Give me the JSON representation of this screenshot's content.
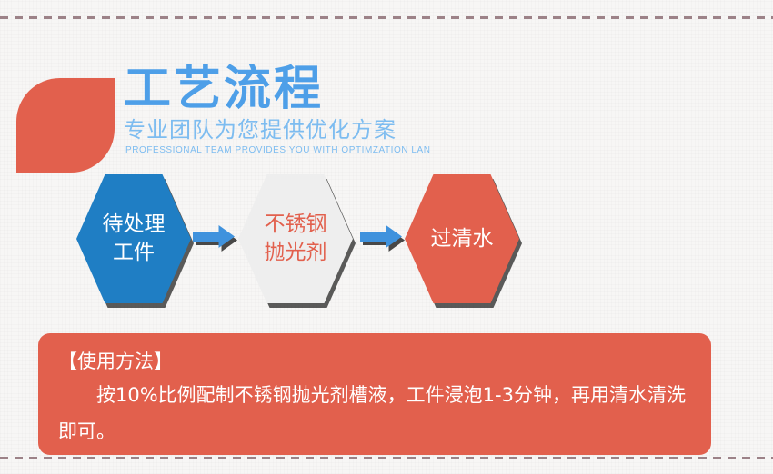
{
  "header": {
    "title": "工艺流程",
    "subtitle": "专业团队为您提供优化方案",
    "subtitle_en": "PROFESSIONAL TEAM PROVIDES YOU WITH OPTIMZATION LAN",
    "brand_shape_color": "#e2604d",
    "title_color": "#4e9fe8",
    "subtitle_color": "#7dbcf0"
  },
  "flow": {
    "steps": [
      {
        "id": "step-1",
        "lines": [
          "待处理",
          "工件"
        ],
        "fill_color": "#1f7ec4",
        "text_color": "#ffffff"
      },
      {
        "id": "step-2",
        "lines": [
          "不锈钢",
          "抛光剂"
        ],
        "fill_color": "#eeeeee",
        "text_color": "#e2604d"
      },
      {
        "id": "step-3",
        "lines": [
          "过清水"
        ],
        "fill_color": "#e2604d",
        "text_color": "#ffffff"
      }
    ],
    "arrow_color": "#3f92dd",
    "arrow_count": 2
  },
  "usage": {
    "heading": "【使用方法】",
    "body": "按10%比例配制不锈钢抛光剂槽液，工件浸泡1-3分钟，再用清水清洗即可。",
    "background_color": "#e2604d",
    "text_color": "#ffffff"
  },
  "decor": {
    "dash_color": "#8c6d74",
    "background_color": "#f7f6f5"
  }
}
